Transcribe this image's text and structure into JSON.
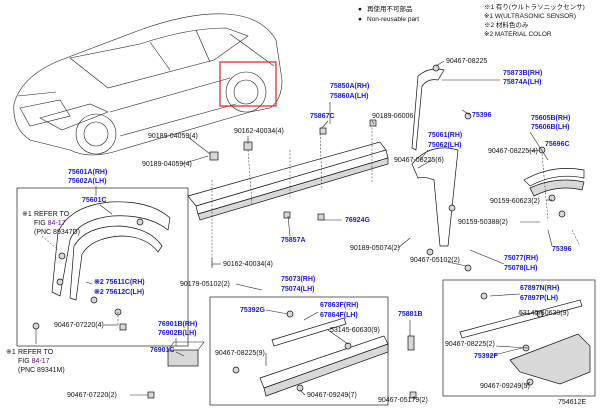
{
  "legend": {
    "items": [
      {
        "symbol": "●",
        "text": "再使用不可部品"
      },
      {
        "symbol": "●",
        "text": "Non-reusable part"
      }
    ],
    "notes": [
      "※1 有り(ウルトラソニックセンサ)",
      "※1 W(ULTRASONIC SENSOR)",
      "※2 材料色のみ",
      "※2 MATERIAL COLOR"
    ]
  },
  "refs": {
    "left_top": {
      "mark": "※1",
      "line1": "REFER TO",
      "fig_prefix": "FIG ",
      "fig": "84-17",
      "pnc": "(PNC 89347D)"
    },
    "left_bottom": {
      "mark": "※1",
      "line1": "REFER TO",
      "fig_prefix": "FIG ",
      "fig": "84-17",
      "pnc": "(PNC 89341M)"
    }
  },
  "labels": {
    "p90467_08225_a": "90467-08225",
    "p75873B": "75873B(RH)",
    "p75874A": "75874A(LH)",
    "p75850A": "75850A(RH)",
    "p75860A": "75860A(LH)",
    "p75867C": "75867C",
    "p90189_06006": "90189-06006",
    "p75396_a": "75396",
    "p90189_04059_4": "90189-04059(4)",
    "p90162_40034_4a": "90162-40034(4)",
    "p75061": "75061(RH)",
    "p75062": "75062(LH)",
    "p75605B": "75605B(RH)",
    "p75606B": "75606B(LH)",
    "p90467_08225_4": "90467-08225(4)",
    "p75696C": "75696C",
    "p90189_04059_4b": "90189-04059(4)",
    "p90467_08225_6": "90467-08225(6)",
    "p75601A": "75601A(RH)",
    "p75602A": "75602A(LH)",
    "p75601C": "75601C",
    "p90159_60623_2": "90159-60623(2)",
    "p90159_50388_2": "90159-50388(2)",
    "p76924G": "76924G",
    "p75857A": "75857A",
    "p90189_05074_2": "90189-05074(2)",
    "p75396_b": "75396",
    "p90467_05102_2a": "90467-05102(2)",
    "p75077": "75077(RH)",
    "p75078": "75078(LH)",
    "p90162_40034_4b": "90162-40034(4)",
    "p75611C": "※2 75611C(RH)",
    "p75612C": "※2 75612C(LH)",
    "p90179_05102_2": "90179-05102(2)",
    "p75073": "75073(RH)",
    "p75074": "75074(LH)",
    "p67897N": "67897N(RH)",
    "p67897P": "67897P(LH)",
    "p75392G_a": "75392G",
    "p67863F": "67863F(RH)",
    "p67864F": "67864F(LH)",
    "p53145_60630_9a": "53145-60630(9)",
    "p90467_07220_4": "90467-07220(4)",
    "p76901B": "76901B(RH)",
    "p76902B": "76902B(LH)",
    "p53145_60630_9b": "53145-60630(9)",
    "p75881B": "75881B",
    "p76901C": "76901C",
    "p90467_08225_9": "90467-08225(9)",
    "p75392F": "75392F",
    "p90467_07220_2": "90467-07220(2)",
    "p90467_09249_7": "90467-09249(7)",
    "p90467_05179_2": "90467-05179(2)",
    "p90467_08225_2": "90467-08225(2)",
    "p90467_09249_5": "90467-09249(5)",
    "fig_id": "754612E"
  }
}
